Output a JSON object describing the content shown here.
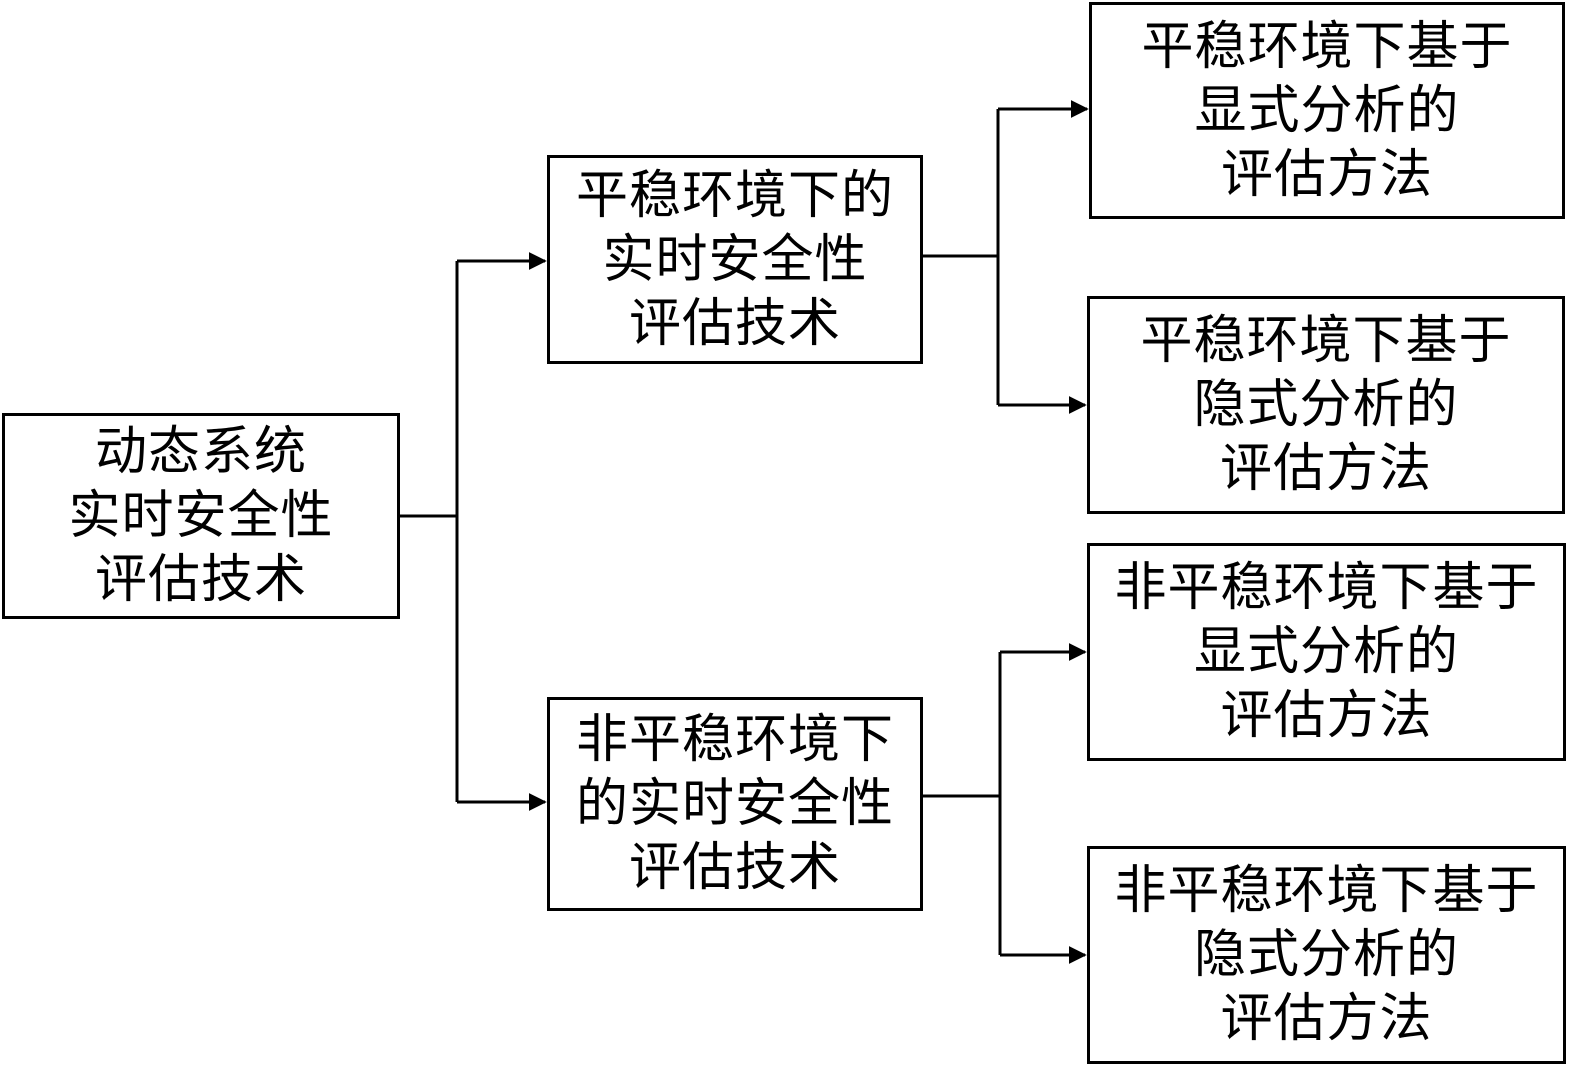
{
  "diagram": {
    "root": {
      "lines": [
        "动态系统",
        "实时安全性",
        "评估技术"
      ]
    },
    "branch_stationary": {
      "lines": [
        "平稳环境下的",
        "实时安全性",
        "评估技术"
      ],
      "children": [
        {
          "lines": [
            "平稳环境下基于",
            "显式分析的",
            "评估方法"
          ]
        },
        {
          "lines": [
            "平稳环境下基于",
            "隐式分析的",
            "评估方法"
          ]
        }
      ]
    },
    "branch_nonstationary": {
      "lines": [
        "非平稳环境下",
        "的实时安全性",
        "评估技术"
      ],
      "children": [
        {
          "lines": [
            "非平稳环境下基于",
            "显式分析的",
            "评估方法"
          ]
        },
        {
          "lines": [
            "非平稳环境下基于",
            "隐式分析的",
            "评估方法"
          ]
        }
      ]
    }
  }
}
